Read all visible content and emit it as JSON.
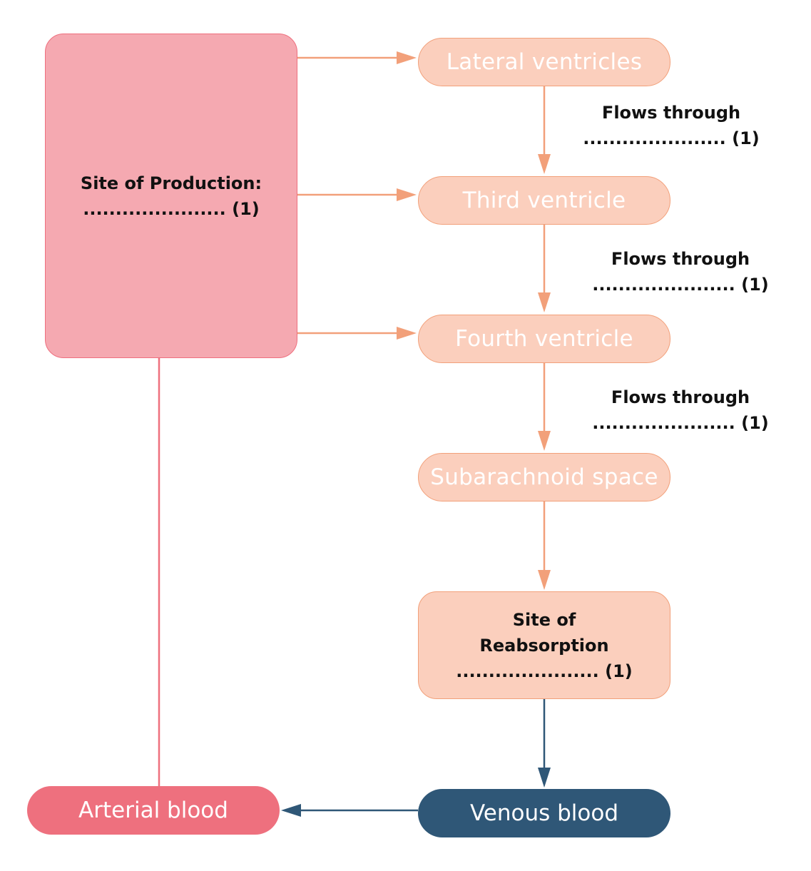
{
  "production": {
    "title": "Site of Production:",
    "blank": "...................... (1)"
  },
  "nodes": {
    "lateral": "Lateral ventricles",
    "third": "Third ventricle",
    "fourth": "Fourth ventricle",
    "subarachnoid": "Subarachnoid space",
    "arterial": "Arterial blood",
    "venous": "Venous blood"
  },
  "reabsorption": {
    "line1": "Site of",
    "line2": "Reabsorption",
    "blank": "...................... (1)"
  },
  "flows": [
    {
      "label": "Flows through",
      "blank": "...................... (1)"
    },
    {
      "label": "Flows through",
      "blank": "...................... (1)"
    },
    {
      "label": "Flows through",
      "blank": "...................... (1)"
    }
  ],
  "colors": {
    "production_fill": "#f5a9b1",
    "csf_fill": "#fbcfbd",
    "csf_arrow": "#f2a07a",
    "arterial": "#ee707e",
    "venous": "#2f5777"
  }
}
